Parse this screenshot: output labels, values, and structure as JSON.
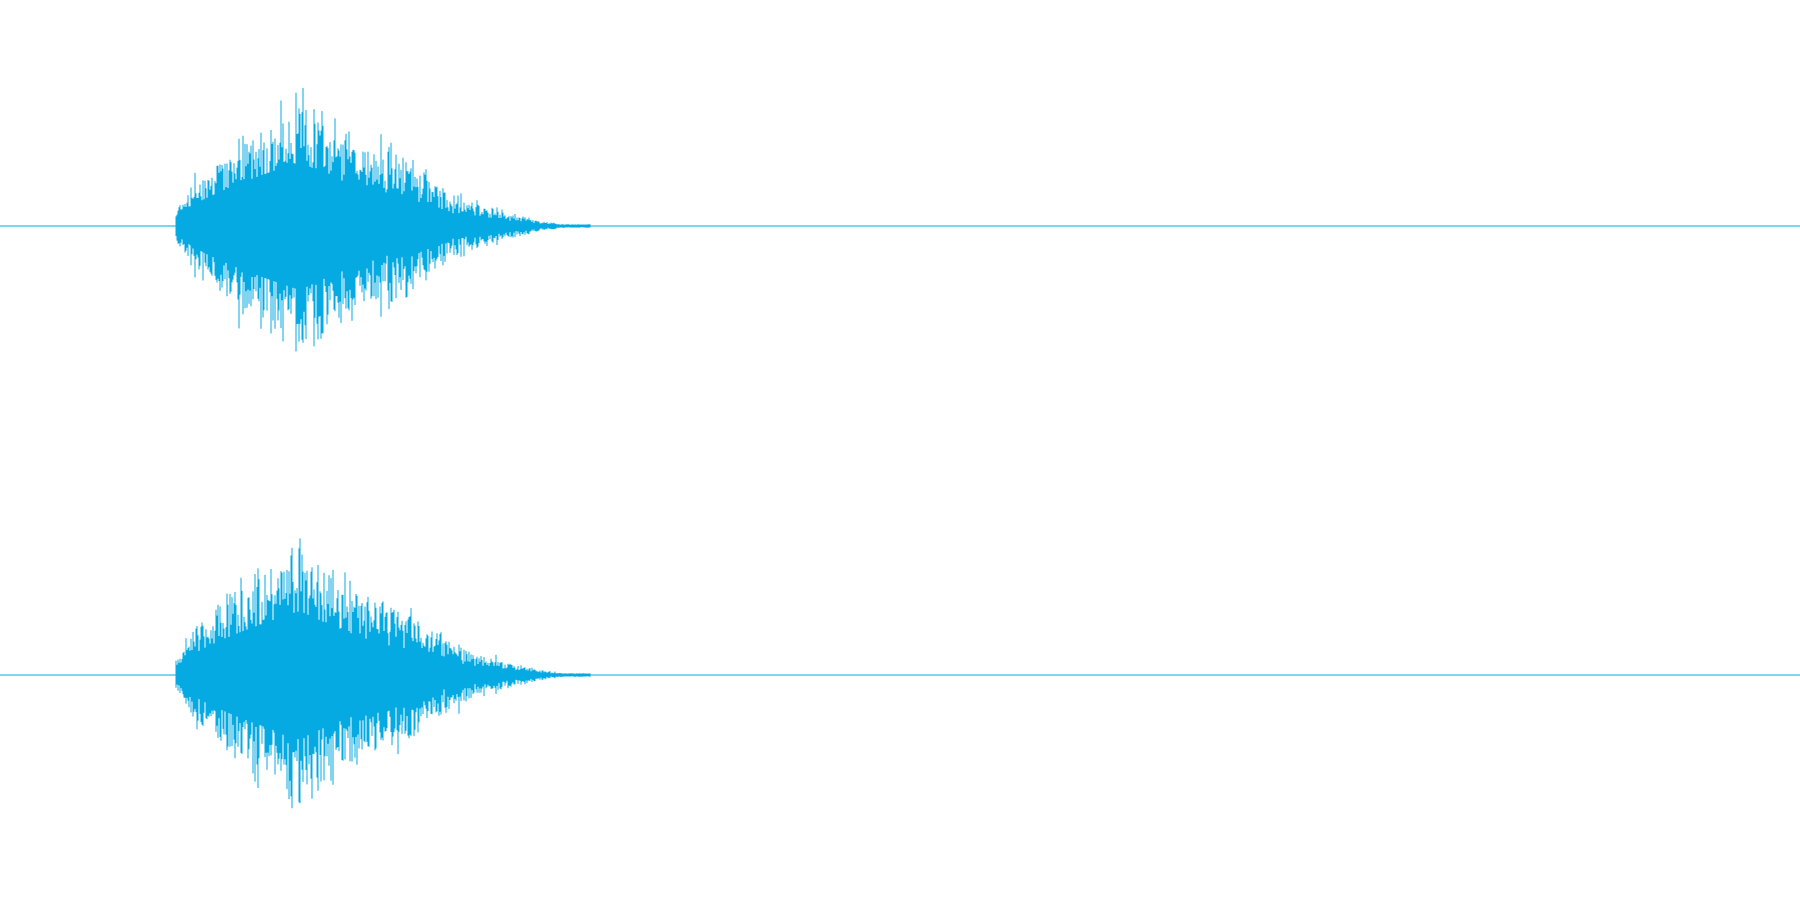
{
  "waveform": {
    "color": "#05aae2",
    "background": "#ffffff",
    "channels": [
      {
        "id": "channel-1",
        "envelope_peak": 0.98,
        "envelope_shape": "fast-attack-slow-decay"
      },
      {
        "id": "channel-2",
        "envelope_peak": 0.97,
        "envelope_shape": "fast-attack-slow-decay"
      }
    ]
  }
}
